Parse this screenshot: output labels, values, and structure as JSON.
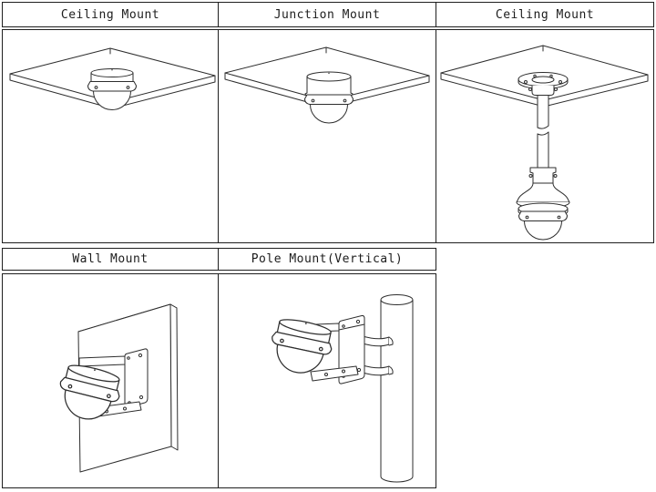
{
  "figure": {
    "title": "Camera mounting options diagram",
    "rows": 2,
    "panel_count": 5
  },
  "panels": [
    {
      "label": "Ceiling Mount",
      "illustration": "dome-camera-under-ceiling-tile"
    },
    {
      "label": "Junction Mount",
      "illustration": "dome-camera-on-junction-box-under-ceiling-tile"
    },
    {
      "label": "Ceiling Mount",
      "illustration": "dome-camera-on-pendant-pole-under-ceiling-tile"
    },
    {
      "label": "Wall Mount",
      "illustration": "dome-camera-on-wall-bracket"
    },
    {
      "label": "Pole Mount(Vertical)",
      "illustration": "dome-camera-on-bracket-clamped-to-vertical-pole"
    }
  ],
  "colors": {
    "line": "#2e2e2e",
    "border": "#1f1f1f",
    "background": "#ffffff"
  }
}
